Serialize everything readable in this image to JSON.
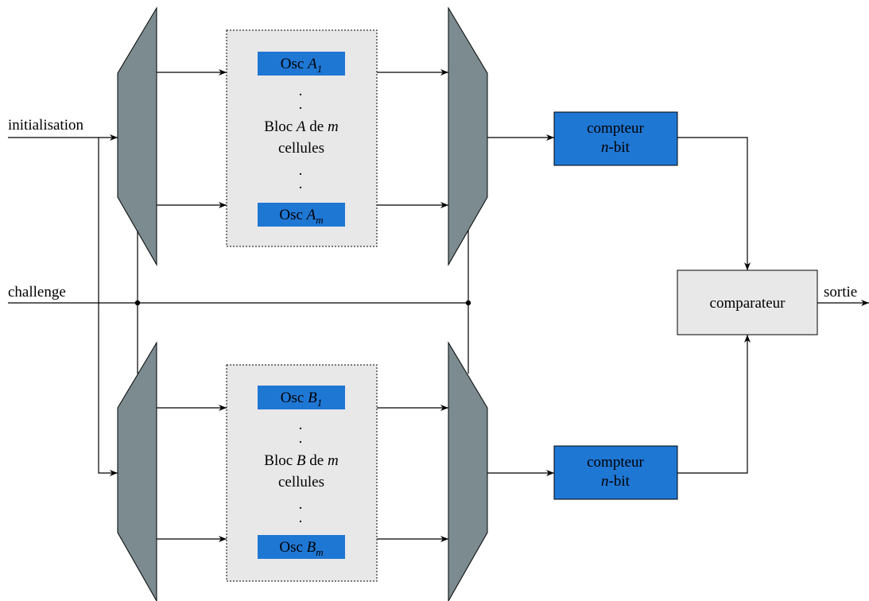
{
  "colors": {
    "mux": "#7b8b90",
    "osc": "#1f77d4",
    "counter": "#1f77d4",
    "block_bg": "#e8e8e8",
    "comparator_bg": "#e8e8e8"
  },
  "inputs": {
    "initialisation": "initialisation",
    "challenge": "challenge"
  },
  "output": {
    "label": "sortie"
  },
  "block_a": {
    "osc_first": {
      "prefix": "Osc ",
      "var": "A",
      "sub": "1"
    },
    "osc_last": {
      "prefix": "Osc ",
      "var": "A",
      "sub": "m"
    },
    "dot": ".",
    "title_line1_pre": "Bloc ",
    "title_line1_var": "A",
    "title_line1_mid": " de ",
    "title_line1_m": "m",
    "title_line2": "cellules"
  },
  "block_b": {
    "osc_first": {
      "prefix": "Osc ",
      "var": "B",
      "sub": "1"
    },
    "osc_last": {
      "prefix": "Osc ",
      "var": "B",
      "sub": "m"
    },
    "dot": ".",
    "title_line1_pre": "Bloc ",
    "title_line1_var": "B",
    "title_line1_mid": " de ",
    "title_line1_m": "m",
    "title_line2": "cellules"
  },
  "counter_a": {
    "line1": "compteur",
    "line2_var": "n",
    "line2_rest": "-bit"
  },
  "counter_b": {
    "line1": "compteur",
    "line2_var": "n",
    "line2_rest": "-bit"
  },
  "comparator": {
    "label": "comparateur"
  }
}
